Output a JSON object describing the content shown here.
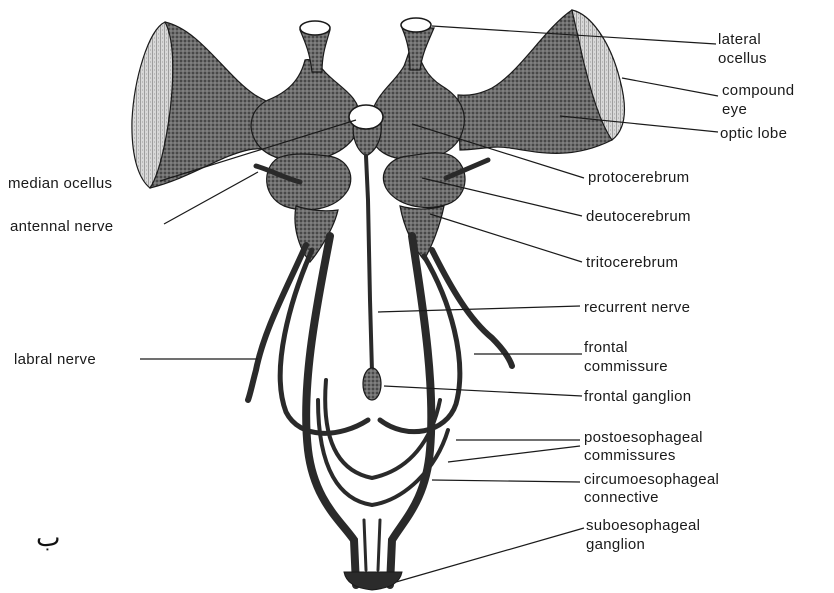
{
  "labels": {
    "lateral_ocellus_1": "lateral",
    "lateral_ocellus_2": "ocellus",
    "compound_eye_1": "compound",
    "compound_eye_2": "eye",
    "optic_lobe": "optic lobe",
    "protocerebrum": "protocerebrum",
    "deutocerebrum": "deutocerebrum",
    "tritocerebrum": "tritocerebrum",
    "recurrent_nerve": "recurrent nerve",
    "frontal_commissure_1": "frontal",
    "frontal_commissure_2": "commissure",
    "frontal_ganglion": "frontal ganglion",
    "postoesophageal_1": "postoesophageal",
    "postoesophageal_2": "commissures",
    "circumoesophageal_1": "circumoesophageal",
    "circumoesophageal_2": "connective",
    "suboesophageal_1": "suboesophageal",
    "suboesophageal_2": "ganglion",
    "median_ocellus": "median ocellus",
    "antennal_nerve": "antennal nerve",
    "labral_nerve": "labral nerve"
  },
  "corner_mark": "ب",
  "colors": {
    "ink": "#1a1a1a",
    "tissue": "#3a3a3a",
    "background": "#ffffff"
  }
}
